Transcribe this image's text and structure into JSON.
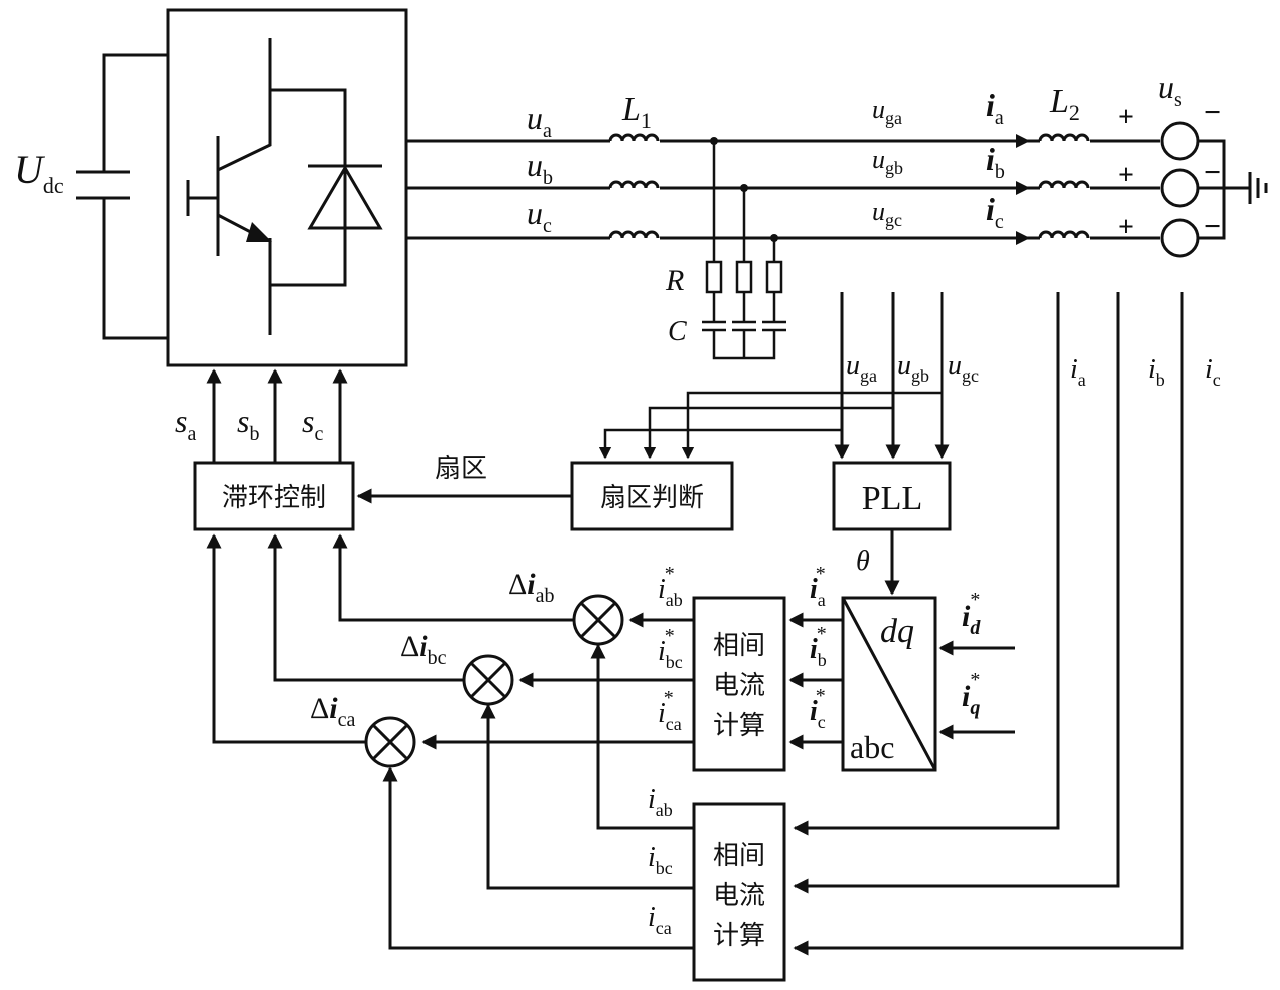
{
  "inverter": {
    "dc_label_main": "U",
    "dc_label_sub": "dc"
  },
  "lines": {
    "u_a": {
      "main": "u",
      "sub": "a"
    },
    "u_b": {
      "main": "u",
      "sub": "b"
    },
    "u_c": {
      "main": "u",
      "sub": "c"
    },
    "ug_a": {
      "main": "u",
      "sub": "ga"
    },
    "ug_b": {
      "main": "u",
      "sub": "gb"
    },
    "ug_c": {
      "main": "u",
      "sub": "gc"
    },
    "i_a": {
      "main": "i",
      "sub": "a"
    },
    "i_b": {
      "main": "i",
      "sub": "b"
    },
    "i_c": {
      "main": "i",
      "sub": "c"
    }
  },
  "components": {
    "L1_main": "L",
    "L1_sub": "1",
    "L2_main": "L",
    "L2_sub": "2",
    "R": "R",
    "C": "C",
    "us_main": "u",
    "us_sub": "s",
    "plus": "+",
    "minus": "−"
  },
  "signals": {
    "sa": {
      "main": "s",
      "sub": "a"
    },
    "sb": {
      "main": "s",
      "sub": "b"
    },
    "sc": {
      "main": "s",
      "sub": "c"
    },
    "fb_ug_a": {
      "main": "u",
      "sub": "ga"
    },
    "fb_ug_b": {
      "main": "u",
      "sub": "gb"
    },
    "fb_ug_c": {
      "main": "u",
      "sub": "gc"
    },
    "fb_i_a": {
      "main": "i",
      "sub": "a"
    },
    "fb_i_b": {
      "main": "i",
      "sub": "b"
    },
    "fb_i_c": {
      "main": "i",
      "sub": "c"
    },
    "theta": "θ",
    "sector": "扇区"
  },
  "blocks": {
    "hysteresis": "滞环控制",
    "sector_judge": "扇区判断",
    "pll": "PLL",
    "dq_top": "dq",
    "dq_bottom": "abc",
    "phase_calc_1": [
      "相间",
      "电流",
      "计算"
    ],
    "phase_calc_2": [
      "相间",
      "电流",
      "计算"
    ]
  },
  "refs": {
    "ia_star": {
      "main": "i",
      "sub": "a",
      "sup": "*"
    },
    "ib_star": {
      "main": "i",
      "sub": "b",
      "sup": "*"
    },
    "ic_star": {
      "main": "i",
      "sub": "c",
      "sup": "*"
    },
    "id_star": {
      "main": "i",
      "sub": "d",
      "sup": "*"
    },
    "iq_star": {
      "main": "i",
      "sub": "q",
      "sup": "*"
    },
    "iab_star": {
      "main": "i",
      "sub": "ab",
      "sup": "*"
    },
    "ibc_star": {
      "main": "i",
      "sub": "bc",
      "sup": "*"
    },
    "ica_star": {
      "main": "i",
      "sub": "ca",
      "sup": "*"
    },
    "iab": {
      "main": "i",
      "sub": "ab"
    },
    "ibc": {
      "main": "i",
      "sub": "bc"
    },
    "ica": {
      "main": "i",
      "sub": "ca"
    },
    "d_iab": {
      "pre": "Δ",
      "main": "i",
      "sub": "ab"
    },
    "d_ibc": {
      "pre": "Δ",
      "main": "i",
      "sub": "bc"
    },
    "d_ica": {
      "pre": "Δ",
      "main": "i",
      "sub": "ca"
    }
  }
}
